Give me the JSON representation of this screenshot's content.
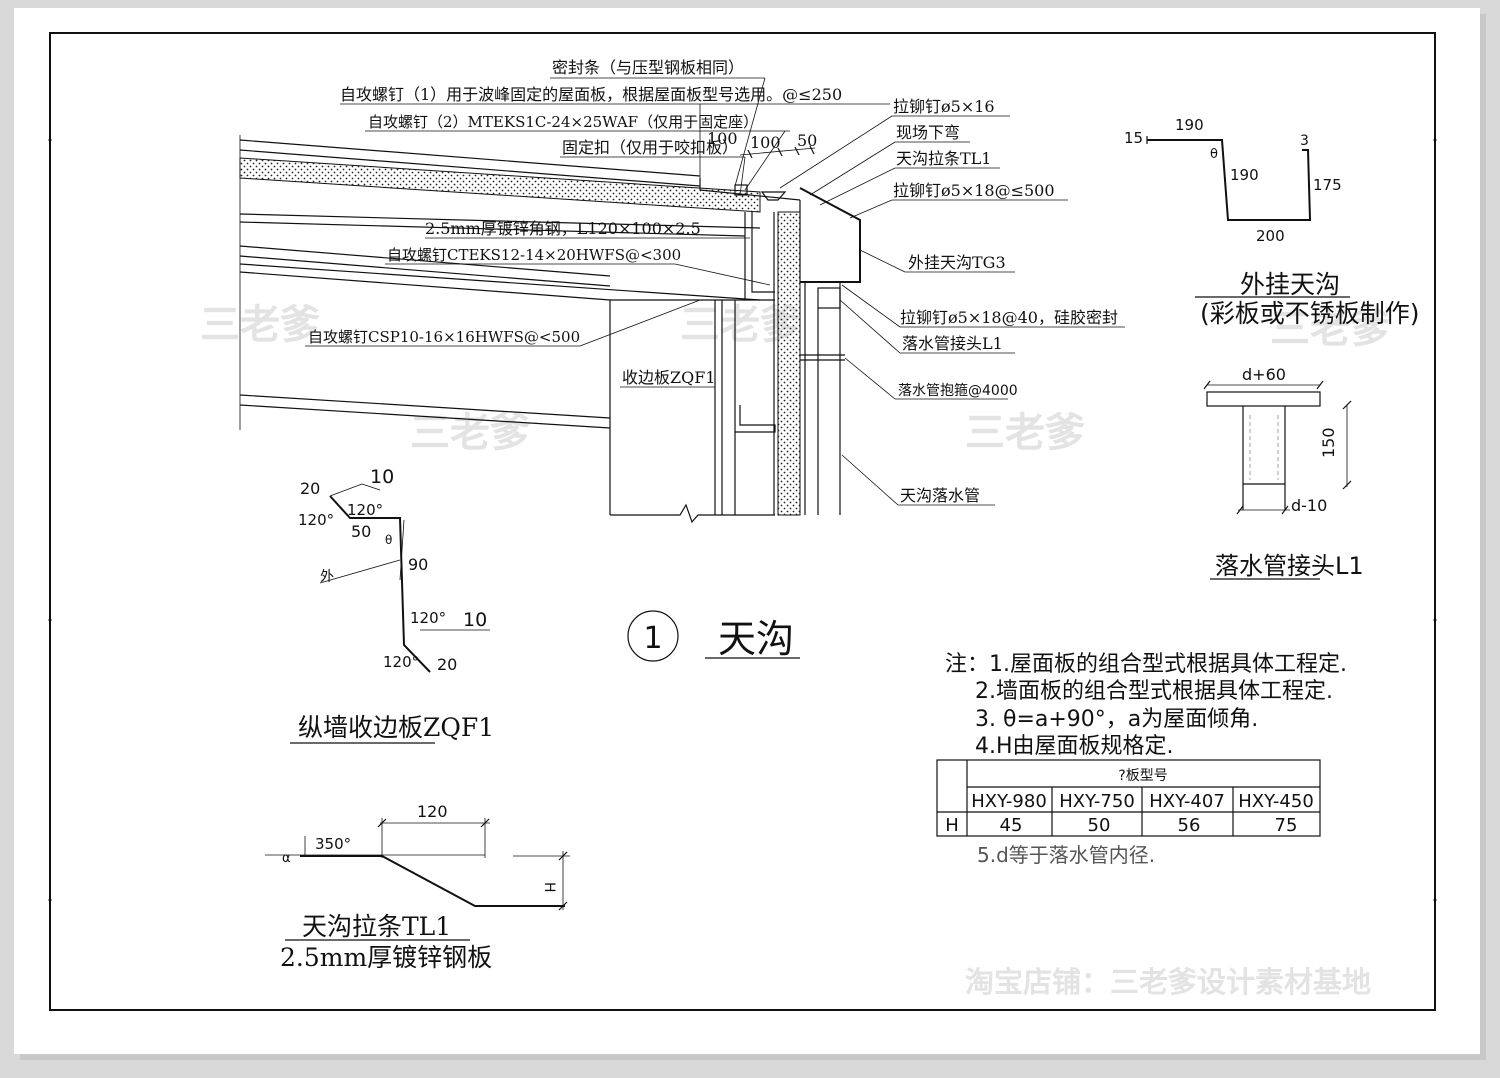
{
  "main_detail": {
    "labels": {
      "seal_strip": "密封条（与压型钢板相同）",
      "screw1": "自攻螺钉（1）用于波峰固定的屋面板，根据屋面板型号选用。@≤250",
      "screw2": "自攻螺钉（2）MTEKS1C-24×25WAF（仅用于固定座）",
      "clip": "固定扣（仅用于咬扣板）",
      "rivet1": "拉铆钉ø5×16",
      "bend": "现场下弯",
      "gutter_strap": "天沟拉条TL1",
      "rivet2": "拉铆钉ø5×18@≤500",
      "angle_steel": "2.5mm厚镀锌角钢，L120×100×2.5",
      "screw3": "自攻螺钉CTEKS12-14×20HWFS@<300",
      "outer_gutter": "外挂天沟TG3",
      "screw4": "自攻螺钉CSP10-16×16HWFS@<500",
      "rivet3": "拉铆钉ø5×18@40，硅胶密封",
      "pipe_joint": "落水管接头L1",
      "edge_board": "收边板ZQF1",
      "pipe_clamp": "落水管抱箍@4000",
      "downpipe": "天沟落水管"
    },
    "dims": {
      "d100a": "100",
      "d100b": "100",
      "d50": "50"
    }
  },
  "detail_title": {
    "number": "1",
    "text": "天沟"
  },
  "gutter_section": {
    "title": "外挂天沟",
    "subtitle": "(彩板或不锈板制作)",
    "dims": {
      "d15": "15",
      "d190a": "190",
      "d3": "3",
      "theta": "θ",
      "d190b": "190",
      "d175": "175",
      "d200": "200"
    }
  },
  "pipe_joint_section": {
    "title": "落水管接头L1",
    "dims": {
      "top": "d+60",
      "height": "150",
      "bottom": "d-10"
    }
  },
  "wall_flashing": {
    "title": "纵墙收边板ZQF1",
    "dims": {
      "d20a": "20",
      "d10a": "10",
      "a120a": "120°",
      "a120b": "120°",
      "d50": "50",
      "theta": "θ",
      "outer": "外",
      "d90": "90",
      "a120c": "120°",
      "d10b": "10",
      "a120d": "120°",
      "d20b": "20"
    }
  },
  "strap_detail": {
    "title": "天沟拉条TL1",
    "subtitle": "2.5mm厚镀锌钢板",
    "dims": {
      "d120": "120",
      "a350": "350°",
      "alpha": "α",
      "h": "H"
    }
  },
  "notes": {
    "lines": [
      "注：1.屋面板的组合型式根据具体工程定.",
      "2.墙面板的组合型式根据具体工程定.",
      "3. θ=a+90°，a为屋面倾角.",
      "4.H由屋面板规格定."
    ],
    "table": {
      "header": "?板型号",
      "columns": [
        "HXY-980",
        "HXY-750",
        "HXY-407",
        "HXY-450"
      ],
      "row_label": "H",
      "values": [
        "45",
        "50",
        "56",
        "75"
      ]
    },
    "note5": "5.d等于落水管内径."
  },
  "watermarks": {
    "small": "三老爹",
    "shop": "淘宝店铺：三老爹设计素材基地"
  }
}
